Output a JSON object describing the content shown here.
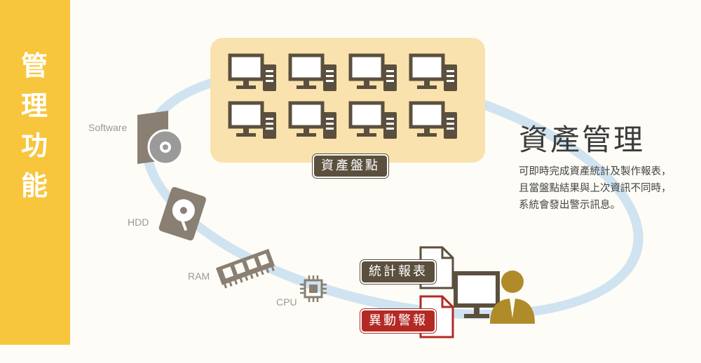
{
  "sidebar": {
    "title_chars": [
      "管",
      "理",
      "功",
      "能"
    ]
  },
  "diagram": {
    "inventory_label": "資產盤點",
    "components": {
      "software": "Software",
      "hdd": "HDD",
      "ram": "RAM",
      "cpu": "CPU"
    },
    "outputs": {
      "report": "統計報表",
      "alert": "異動警報"
    }
  },
  "content": {
    "heading": "資產管理",
    "description_lines": [
      "可即時完成資產統計及製作報表，",
      "且當盤點結果與上次資訊不同時，",
      "系統會發出警示訊息。"
    ]
  },
  "colors": {
    "sidebar": "#f7c63d",
    "panel": "#f9e2ad",
    "icon_dark": "#5b4f3e",
    "icon_gold": "#b08b2a",
    "alert_red": "#b32a25",
    "orbit": "#cfe3f1"
  }
}
